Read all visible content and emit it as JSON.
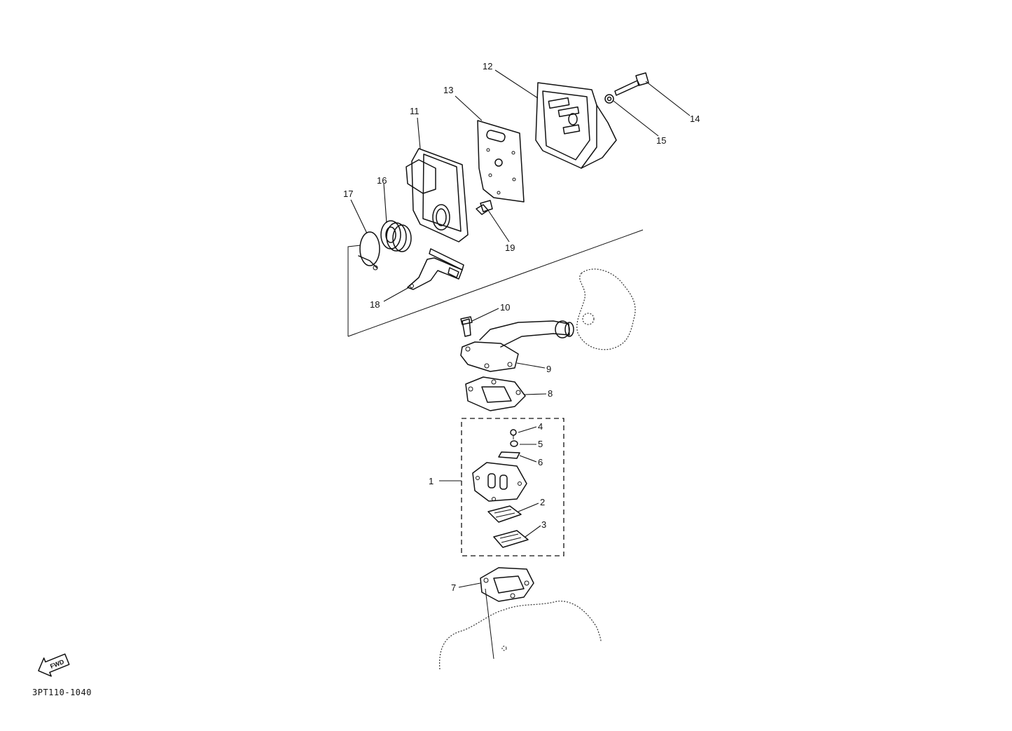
{
  "callouts": {
    "c1": "1",
    "c2": "2",
    "c3": "3",
    "c4": "4",
    "c5": "5",
    "c6": "6",
    "c7": "7",
    "c8": "8",
    "c9": "9",
    "c10": "10",
    "c11": "11",
    "c12": "12",
    "c13": "13",
    "c14": "14",
    "c15": "15",
    "c16": "16",
    "c17": "17",
    "c18": "18",
    "c19": "19"
  },
  "direction_arrow": {
    "label": "FWD"
  },
  "diagram_code": "3PT110-1040"
}
